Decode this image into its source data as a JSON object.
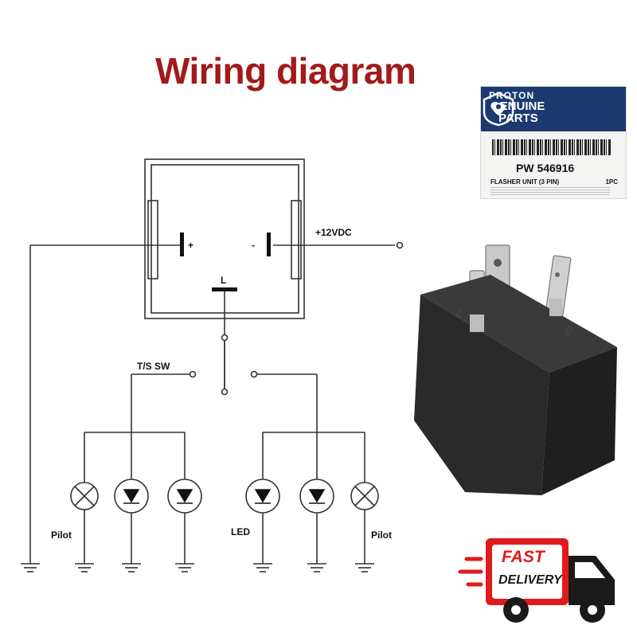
{
  "title": "Wiring diagram",
  "diagram": {
    "terminal_plus": "+",
    "terminal_minus": "-",
    "terminal_l": "L",
    "supply": "+12VDC",
    "switch": "T/S SW",
    "pilot_left": "Pilot",
    "led": "LED",
    "pilot_right": "Pilot"
  },
  "product_label": {
    "brand_line1": "PROTON",
    "brand_line2": "GENUINE",
    "brand_line3": "PARTS",
    "part_number": "PW 546916",
    "description": "FLASHER UNIT (3 PIN)",
    "quantity": "1PC"
  },
  "badge": {
    "line1": "FAST",
    "line2": "DELIVERY"
  },
  "colors": {
    "title_red": "#a31a1a",
    "proton_blue": "#1c3a70",
    "badge_red": "#e11b1b",
    "relay_black": "#262626"
  }
}
